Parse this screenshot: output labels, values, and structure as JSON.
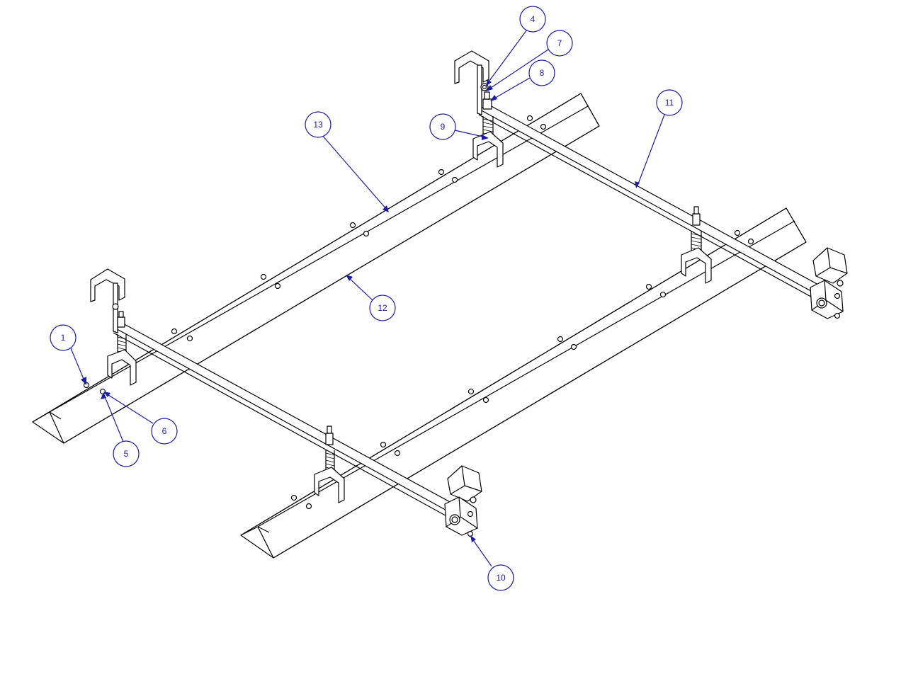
{
  "colors": {
    "line": "#000000",
    "balloon": "#1a1aa8",
    "background": "#ffffff"
  },
  "balloons": [
    {
      "id": "1",
      "label": "1"
    },
    {
      "id": "4",
      "label": "4"
    },
    {
      "id": "5",
      "label": "5"
    },
    {
      "id": "6",
      "label": "6"
    },
    {
      "id": "7",
      "label": "7"
    },
    {
      "id": "8",
      "label": "8"
    },
    {
      "id": "9",
      "label": "9"
    },
    {
      "id": "10",
      "label": "10"
    },
    {
      "id": "11",
      "label": "11"
    },
    {
      "id": "12",
      "label": "12"
    },
    {
      "id": "13",
      "label": "13"
    }
  ]
}
